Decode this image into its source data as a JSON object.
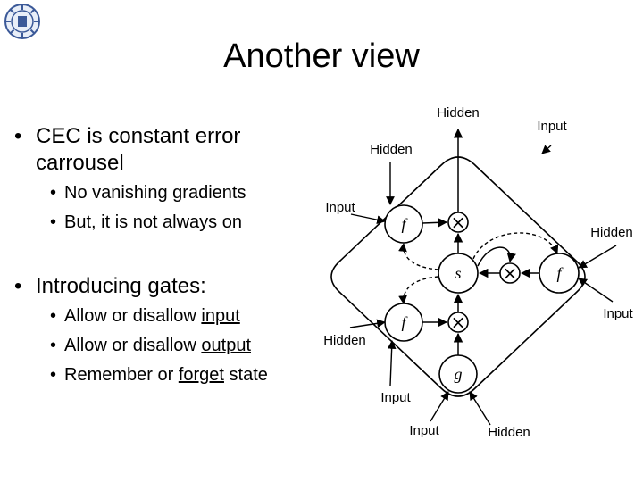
{
  "slide": {
    "title": "Another view"
  },
  "bullets": [
    {
      "text": "CEC is constant error carrousel",
      "sub": [
        "No vanishing gradients",
        "But, it is not always on"
      ]
    },
    {
      "text": "Introducing gates:",
      "sub": [
        {
          "pre": "Allow or disallow ",
          "u": "input"
        },
        {
          "pre": "Allow or disallow ",
          "u": "output"
        },
        {
          "pre": "Remember or ",
          "u": "forget",
          "post": " state"
        }
      ]
    }
  ],
  "diagram": {
    "nodes": {
      "f_top": "f",
      "f_right": "f",
      "f_bottom": "f",
      "s": "s",
      "g": "g",
      "times": "×"
    },
    "labels": {
      "hidden_top": "Hidden",
      "input_top_right": "Input",
      "hidden_left_top": "Hidden",
      "input_left": "Input",
      "hidden_right": "Hidden",
      "input_right": "Input",
      "hidden_left_bottom": "Hidden",
      "input_lower_left": "Input",
      "input_bottom": "Input",
      "hidden_bottom": "Hidden"
    }
  }
}
